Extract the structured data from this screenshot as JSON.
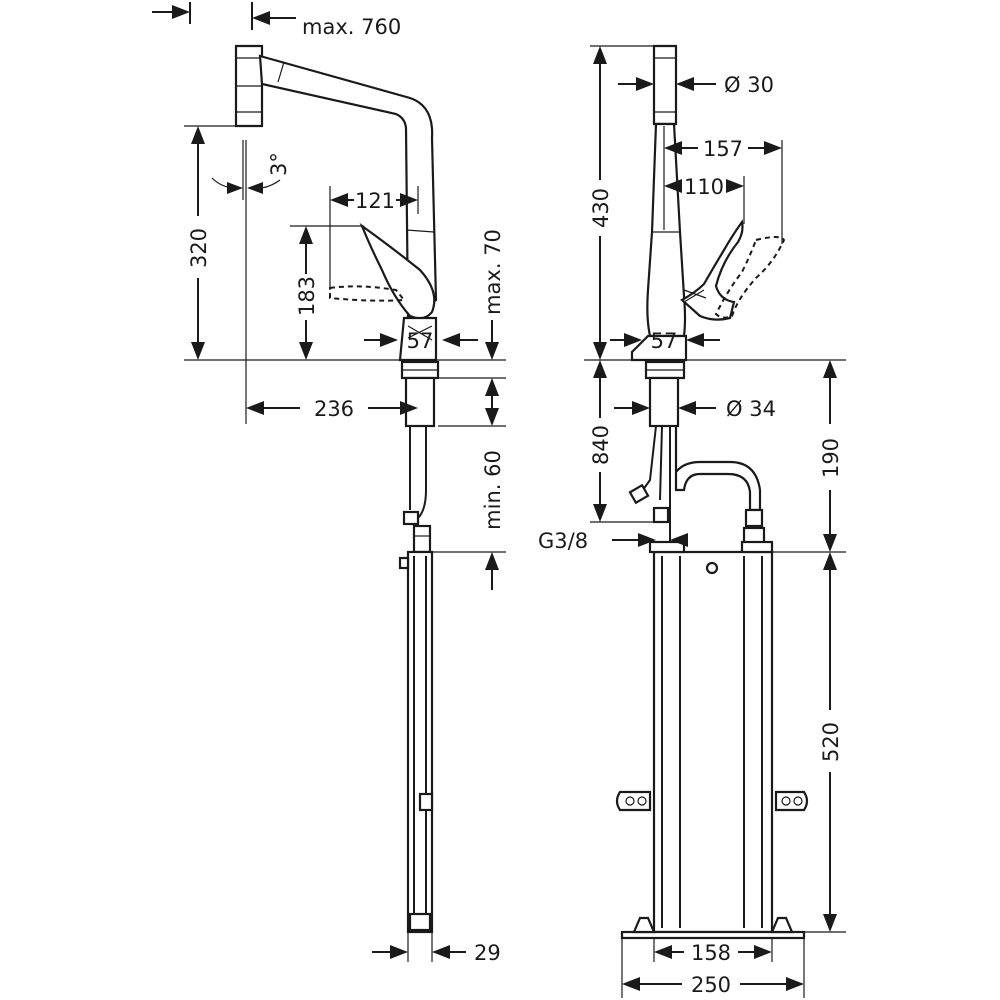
{
  "side_view": {
    "reach_max": "max. 760",
    "tilt_angle": "3°",
    "height_320": "320",
    "handle_reach": "121",
    "handle_height": "183",
    "handle_clearance": "max. 70",
    "base_diameter": "57",
    "spout_reach": "236",
    "counter_min": "min. 60",
    "box_depth": "29"
  },
  "front_view": {
    "spout_diameter": "Ø 30",
    "outlet_height": "430",
    "handle_swing": "157",
    "handle_depth": "110",
    "base_diameter": "57",
    "shank_diameter": "Ø 34",
    "hose_length": "840",
    "thread": "G3/8",
    "connection_height": "190",
    "box_height": "520",
    "box_inner_width": "158",
    "box_outer_width": "250"
  }
}
